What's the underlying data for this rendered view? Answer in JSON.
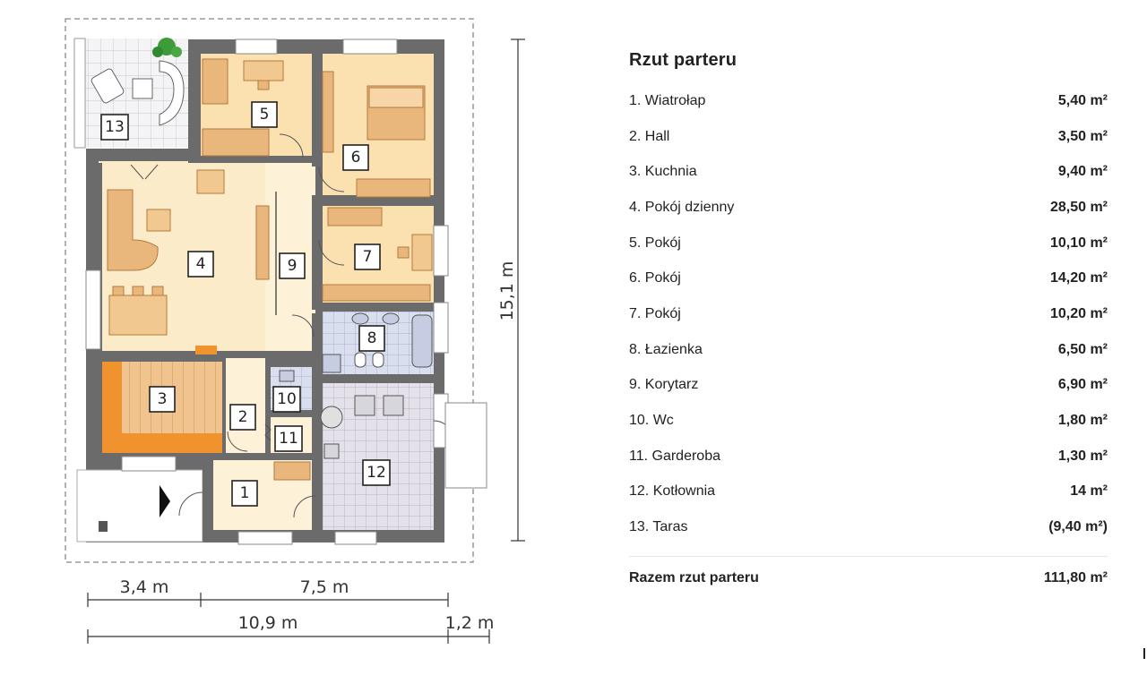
{
  "legend": {
    "title": "Rzut parteru",
    "rooms": [
      {
        "label": "1. Wiatrołap",
        "area": "5,40 m²"
      },
      {
        "label": "2. Hall",
        "area": "3,50 m²"
      },
      {
        "label": "3. Kuchnia",
        "area": "9,40 m²"
      },
      {
        "label": "4. Pokój dzienny",
        "area": "28,50 m²"
      },
      {
        "label": "5. Pokój",
        "area": "10,10 m²"
      },
      {
        "label": "6. Pokój",
        "area": "14,20 m²"
      },
      {
        "label": "7. Pokój",
        "area": "10,20 m²"
      },
      {
        "label": "8. Łazienka",
        "area": "6,50 m²"
      },
      {
        "label": "9. Korytarz",
        "area": "6,90 m²"
      },
      {
        "label": "10. Wc",
        "area": "1,80 m²"
      },
      {
        "label": "11. Garderoba",
        "area": "1,30 m²"
      },
      {
        "label": "12. Kotłownia",
        "area": "14 m²"
      },
      {
        "label": "13. Taras",
        "area": "(9,40 m²)"
      }
    ],
    "total_label": "Razem rzut parteru",
    "total_area": "111,80 m²"
  },
  "plan": {
    "room_numbers": [
      "1",
      "2",
      "3",
      "4",
      "5",
      "6",
      "7",
      "8",
      "9",
      "10",
      "11",
      "12",
      "13"
    ],
    "dimensions": {
      "width_left": "3,4 m",
      "width_right": "7,5 m",
      "width_total": "10,9 m",
      "width_extra": "1,2 m",
      "height": "15,1 m"
    }
  },
  "colors": {
    "wall": "#6b6b6b",
    "living_floor": "#fcebc9",
    "bedroom_floor": "#fbe0b0",
    "furniture": "#e9b77c",
    "kitchen": "#f0922e",
    "bathroom_tile": "#d9dfef",
    "boiler_tile": "#e5e1ea"
  }
}
